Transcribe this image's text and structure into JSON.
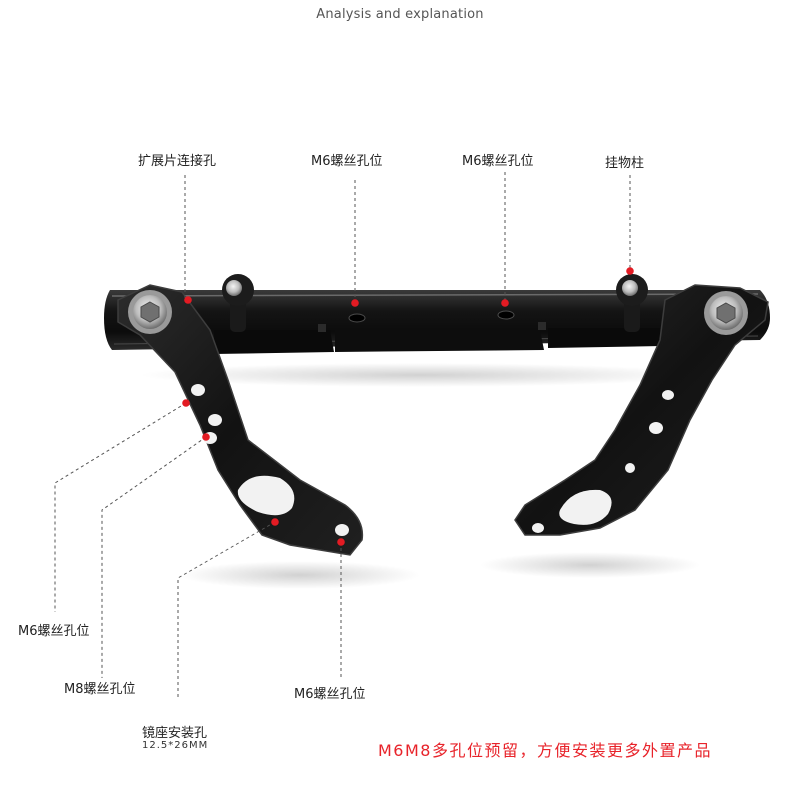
{
  "title": "Analysis and explanation",
  "callouts": {
    "expansion_hole": "扩展片连接孔",
    "m6_top_1": "M6螺丝孔位",
    "m6_top_2": "M6螺丝孔位",
    "hook_post": "挂物柱",
    "m6_left": "M6螺丝孔位",
    "m8_left": "M8螺丝孔位",
    "mirror_hole": "镜座安装孔",
    "mirror_hole_size": "12.5*26MM",
    "m6_bottom": "M6螺丝孔位"
  },
  "banner": "M6M8多孔位预留，方便安装更多外置产品",
  "colors": {
    "metal": "#151515",
    "metal_edge": "#3a3a3a",
    "marker": "#e31b23",
    "leader": "#555555"
  }
}
